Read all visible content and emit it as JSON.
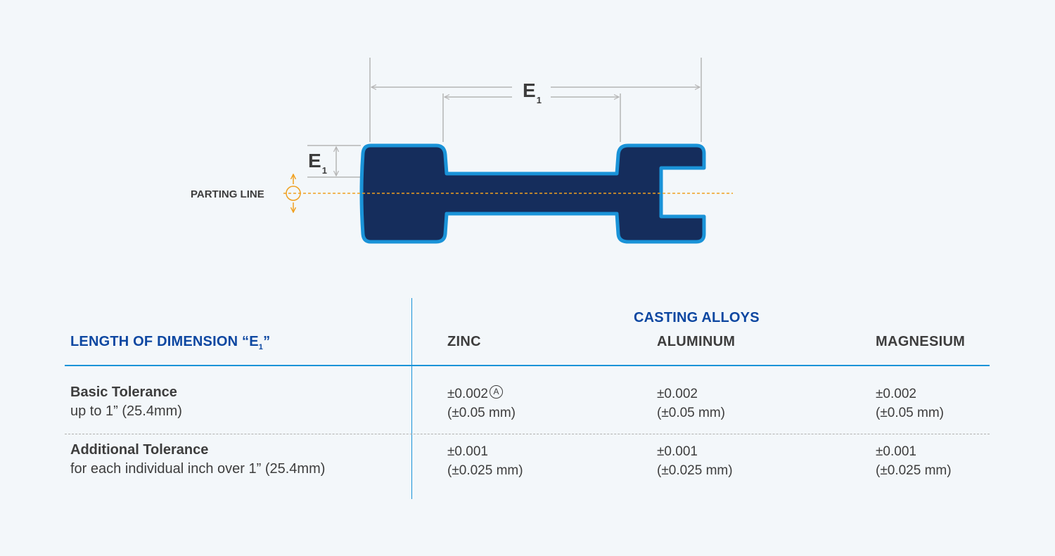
{
  "diagram": {
    "dimension_label": "E",
    "dimension_subscript": "1",
    "parting_line_label": "PARTING LINE",
    "colors": {
      "part_fill": "#152d5c",
      "part_outline": "#1a93d8",
      "parting_line": "#f0a020",
      "dimension_lines": "#b5b5b5"
    }
  },
  "table": {
    "group_header": "CASTING ALLOYS",
    "dimension_header": "LENGTH OF DIMENSION “E",
    "dimension_header_sub": "1",
    "dimension_header_end": "”",
    "columns": [
      "ZINC",
      "ALUMINUM",
      "MAGNESIUM"
    ],
    "rows": [
      {
        "title": "Basic Tolerance",
        "subtitle": "up to 1” (25.4mm)",
        "values": [
          {
            "inch": "±0.002",
            "mm": "(±0.05 mm)",
            "note": "A"
          },
          {
            "inch": "±0.002",
            "mm": "(±0.05 mm)"
          },
          {
            "inch": "±0.002",
            "mm": "(±0.05 mm)"
          }
        ]
      },
      {
        "title": "Additional Tolerance",
        "subtitle": "for each individual inch over 1” (25.4mm)",
        "values": [
          {
            "inch": "±0.001",
            "mm": "(±0.025 mm)"
          },
          {
            "inch": "±0.001",
            "mm": "(±0.025 mm)"
          },
          {
            "inch": "±0.001",
            "mm": "(±0.025 mm)"
          }
        ]
      }
    ],
    "colors": {
      "header_blue": "#0d47a1",
      "rule_blue": "#1a93d8",
      "text": "#3d3d3d",
      "dashed_rule": "#b0b0b0"
    }
  }
}
